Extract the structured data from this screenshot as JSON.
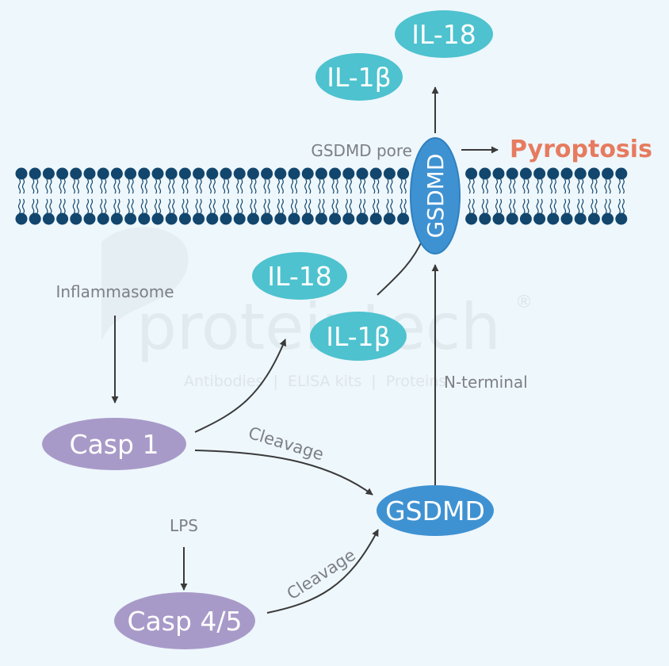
{
  "nodes": {
    "il18_top": "IL-18",
    "il1b_top": "IL-1β",
    "gsdmd_pore_node": "GSDMD",
    "il18_mid": "IL-18",
    "il1b_mid": "IL-1β",
    "casp1": "Casp 1",
    "gsdmd": "GSDMD",
    "casp45": "Casp 4/5"
  },
  "labels": {
    "gsdmd_pore": "GSDMD pore",
    "pyroptosis": "Pyroptosis",
    "inflammasome": "Inflammasome",
    "n_terminal": "N-terminal",
    "lps": "LPS",
    "cleavage_casp1": "Cleavage",
    "cleavage_casp45": "Cleavage"
  },
  "watermark": {
    "brand": "proteintech",
    "registered": "®",
    "tagline": "Antibodies  |  ELISA kits  |  Proteins"
  },
  "colors": {
    "background": "#eef7fc",
    "lipid_head": "#12466d",
    "teal_node": "#4ec2cf",
    "blue_node": "#3f92d2",
    "purple_node": "#a89ac8",
    "pyroptosis": "#e67b5f",
    "arrow": "#3a3a3a"
  }
}
